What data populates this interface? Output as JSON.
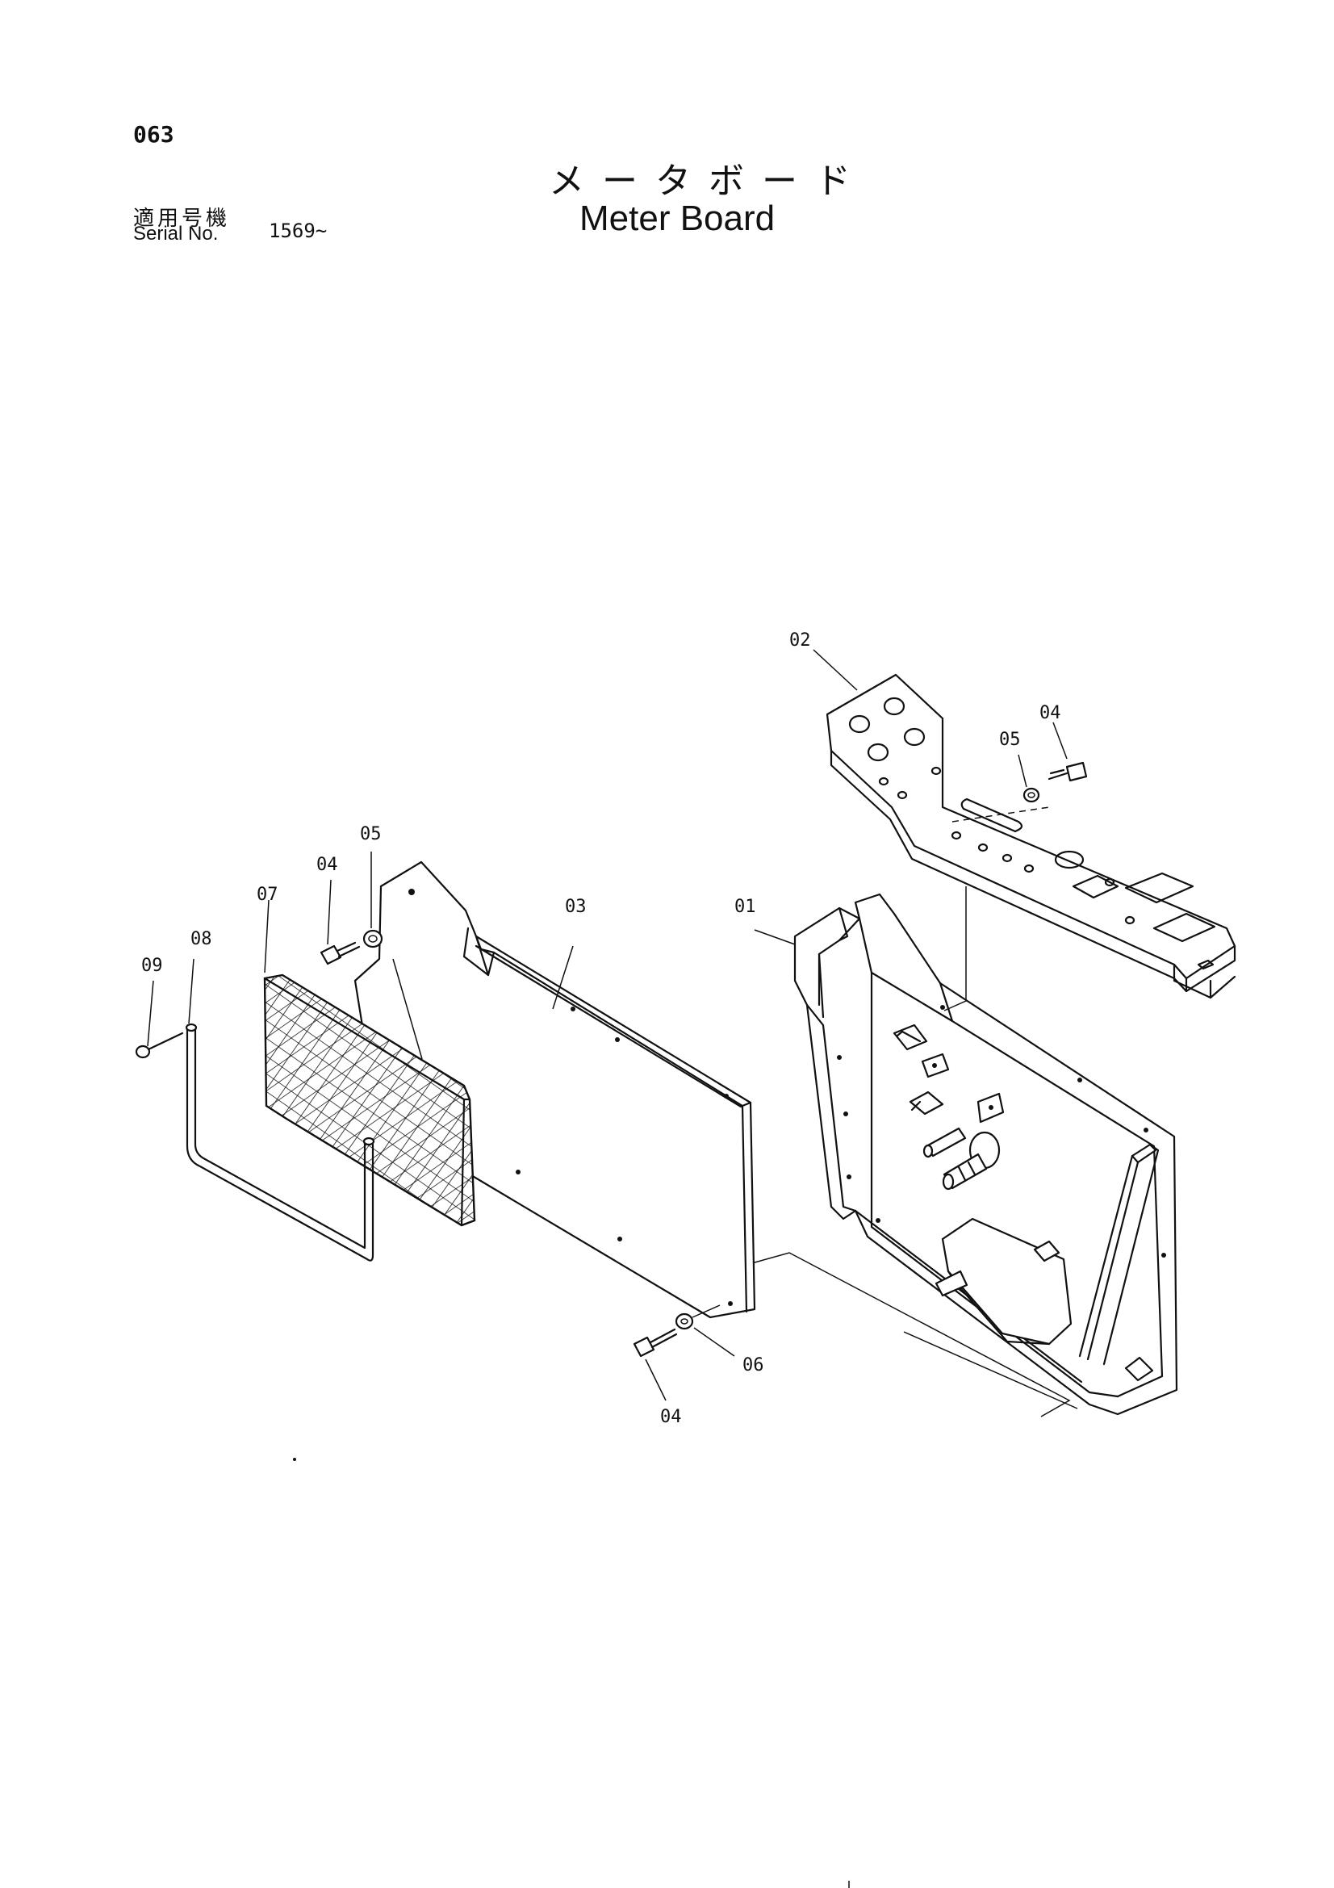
{
  "header": {
    "page_number": "063",
    "title_ja": "メータボード",
    "title_en": "Meter Board",
    "serial_label_ja": "適用号機",
    "serial_label_en": "Serial No.",
    "serial_value": "1569~"
  },
  "diagram": {
    "part_labels": [
      "02",
      "04",
      "05",
      "05",
      "04",
      "07",
      "08",
      "09",
      "03",
      "01",
      "06",
      "04"
    ]
  }
}
